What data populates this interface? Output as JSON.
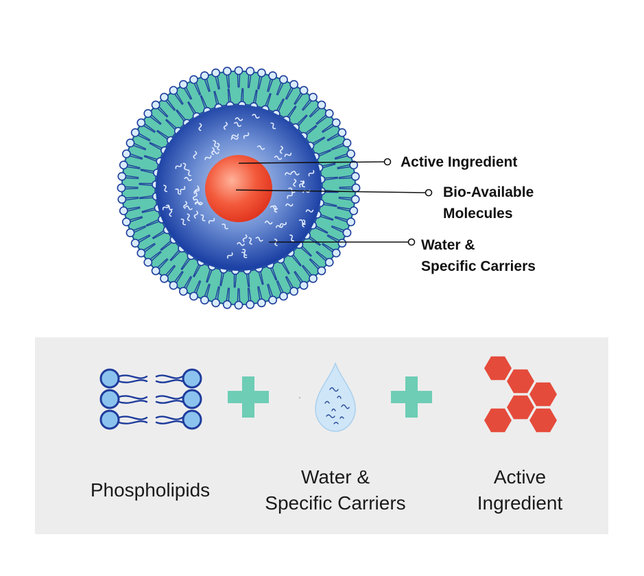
{
  "callouts": {
    "active_ingredient": "Active Ingredient",
    "bio_available_line1": "Bio-Available",
    "bio_available_line2": "Molecules",
    "water_line1": "Water &",
    "water_line2": "Specific Carriers"
  },
  "legend": {
    "phospholipids": "Phospholipids",
    "water_line1": "Water &",
    "water_line2": "Specific Carriers",
    "active_line1": "Active",
    "active_line2": "Ingredient"
  },
  "icons": {
    "phospholipid": "phospholipid-bilayer-icon",
    "plus": "plus-icon",
    "water": "water-drop-icon",
    "active": "hexagon-cluster-icon"
  },
  "colors": {
    "membrane_teal": "#5fc8b0",
    "membrane_blue": "#1e3c9c",
    "head_fill": "#d8ecfb",
    "core_blue": "#1e45a8",
    "core_red": "#e8432b",
    "plus_teal": "#6dcdb5",
    "hexagon_red": "#e54b3b",
    "panel_gray": "#ededed"
  }
}
